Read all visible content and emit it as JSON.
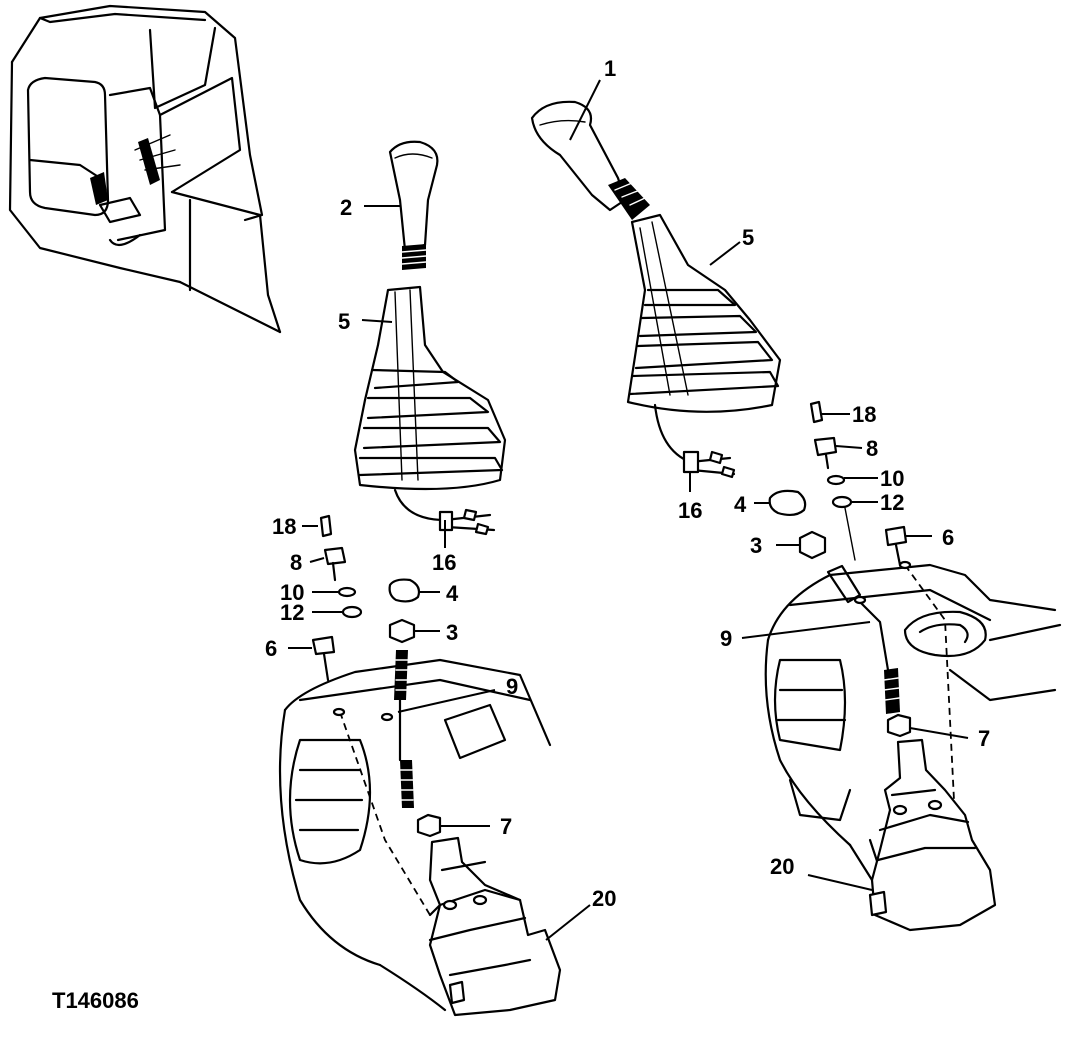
{
  "figure_id": "T146086",
  "callouts": {
    "left": {
      "c2": "2",
      "c5": "5",
      "c16": "16",
      "c18": "18",
      "c8": "8",
      "c10": "10",
      "c12": "12",
      "c4": "4",
      "c3": "3",
      "c6": "6",
      "c9": "9",
      "c7": "7",
      "c20": "20"
    },
    "right": {
      "c1": "1",
      "c5": "5",
      "c18": "18",
      "c8": "8",
      "c10": "10",
      "c16": "16",
      "c4": "4",
      "c12": "12",
      "c3": "3",
      "c6": "6",
      "c9": "9",
      "c7": "7",
      "c20": "20"
    }
  }
}
